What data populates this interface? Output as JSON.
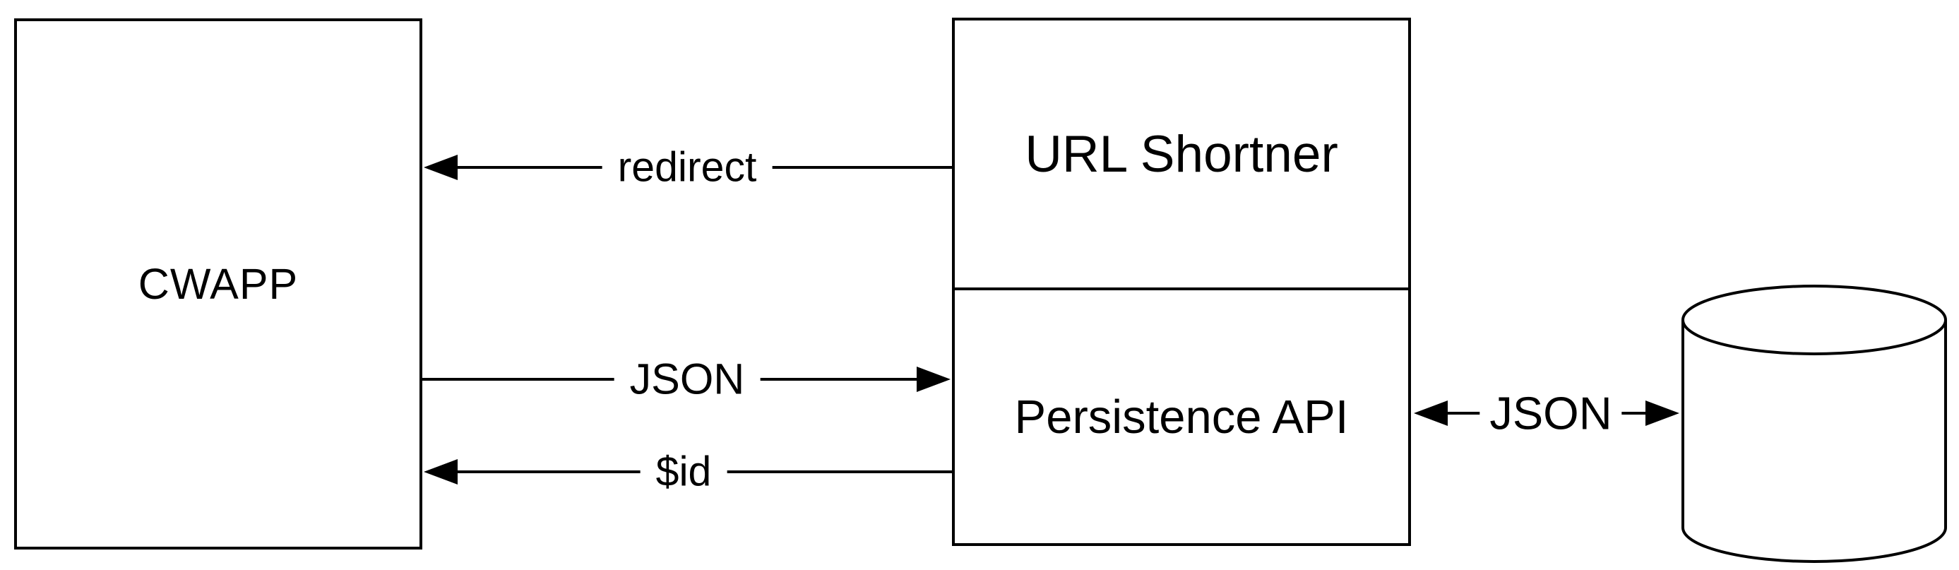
{
  "diagram": {
    "background_color": "#ffffff",
    "stroke_color": "#000000",
    "nodes": {
      "cwapp": {
        "label": "CWAPP"
      },
      "service": {
        "top_label": "URL Shortner",
        "bottom_label": "Persistence API"
      },
      "database": {
        "shape": "cylinder"
      }
    },
    "edges": [
      {
        "label": "redirect",
        "from": "URL Shortner",
        "to": "CWAPP",
        "direction": "left"
      },
      {
        "label": "JSON",
        "from": "CWAPP",
        "to": "Persistence API",
        "direction": "right"
      },
      {
        "label": "$id",
        "from": "Persistence API",
        "to": "CWAPP",
        "direction": "left"
      },
      {
        "label": "JSON",
        "from": "Persistence API",
        "to": "database",
        "direction": "both"
      }
    ]
  }
}
